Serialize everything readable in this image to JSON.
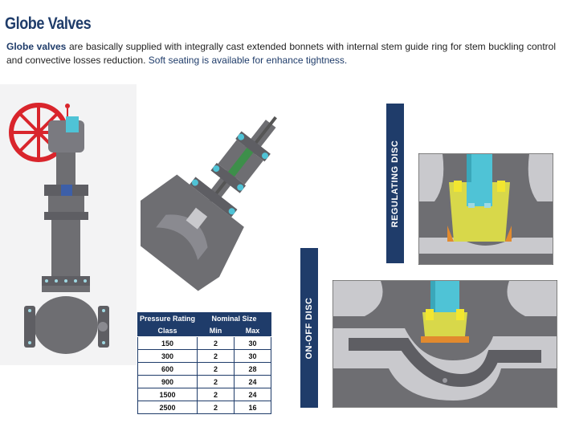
{
  "heading": {
    "title": "Globe Valves"
  },
  "intro": {
    "bold_lead": "Globe valves",
    "body": " are basically supplied with integrally cast extended bonnets with internal stem guide ring for stem buckling control and convective losses reduction. ",
    "highlight": "Soft seating is available for enhance tightness."
  },
  "labels": {
    "regulating_disc": "REGULATING DISC",
    "on_off_disc": "ON-OFF DISC"
  },
  "table": {
    "header_row1": [
      "Pressure Rating",
      "Nominal Size"
    ],
    "header_row2": [
      "Class",
      "Min",
      "Max"
    ],
    "rows": [
      [
        "150",
        "2",
        "30"
      ],
      [
        "300",
        "2",
        "30"
      ],
      [
        "600",
        "2",
        "28"
      ],
      [
        "900",
        "2",
        "24"
      ],
      [
        "1500",
        "2",
        "24"
      ],
      [
        "2500",
        "2",
        "16"
      ]
    ]
  },
  "colors": {
    "brand_navy": "#1f3c6a",
    "valve_gray": "#6e6e72",
    "handwheel_red": "#d9252c",
    "accent_cyan": "#4fc3d6",
    "seat_yellow": "#d8d84a"
  }
}
